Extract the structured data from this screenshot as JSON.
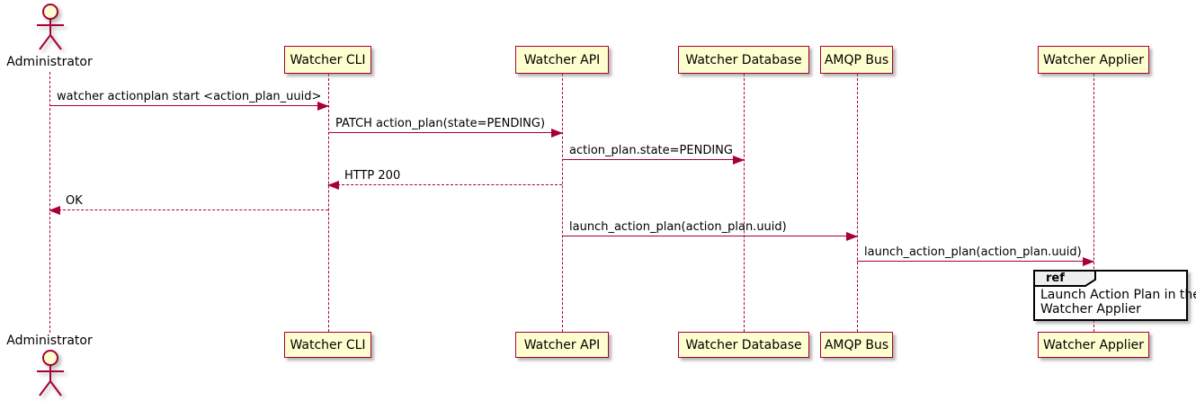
{
  "actor": {
    "name": "Administrator"
  },
  "participants": [
    {
      "name": "Watcher CLI"
    },
    {
      "name": "Watcher API"
    },
    {
      "name": "Watcher Database"
    },
    {
      "name": "AMQP Bus"
    },
    {
      "name": "Watcher Applier"
    }
  ],
  "messages": [
    {
      "from": "Administrator",
      "to": "Watcher CLI",
      "text": "watcher actionplan start <action_plan_uuid>",
      "line": "solid",
      "direction": "right"
    },
    {
      "from": "Watcher CLI",
      "to": "Watcher API",
      "text": "PATCH action_plan(state=PENDING)",
      "line": "solid",
      "direction": "right"
    },
    {
      "from": "Watcher API",
      "to": "Watcher Database",
      "text": "action_plan.state=PENDING",
      "line": "solid",
      "direction": "right"
    },
    {
      "from": "Watcher API",
      "to": "Watcher CLI",
      "text": "HTTP 200",
      "line": "dashed",
      "direction": "left"
    },
    {
      "from": "Watcher CLI",
      "to": "Administrator",
      "text": "OK",
      "line": "dashed",
      "direction": "left"
    },
    {
      "from": "Watcher API",
      "to": "AMQP Bus",
      "text": "launch_action_plan(action_plan.uuid)",
      "line": "solid",
      "direction": "right"
    },
    {
      "from": "AMQP Bus",
      "to": "Watcher Applier",
      "text": "launch_action_plan(action_plan.uuid)",
      "line": "solid",
      "direction": "right"
    }
  ],
  "ref": {
    "keyword": "ref",
    "lines": [
      "Launch Action Plan in the",
      "Watcher Applier"
    ]
  },
  "colors": {
    "accent": "#A80036",
    "participant_fill": "#FEFECE",
    "ref_border": "#000000",
    "ref_header_fill": "#EEEEEE",
    "text": "#000000",
    "background": "#FFFFFF"
  }
}
